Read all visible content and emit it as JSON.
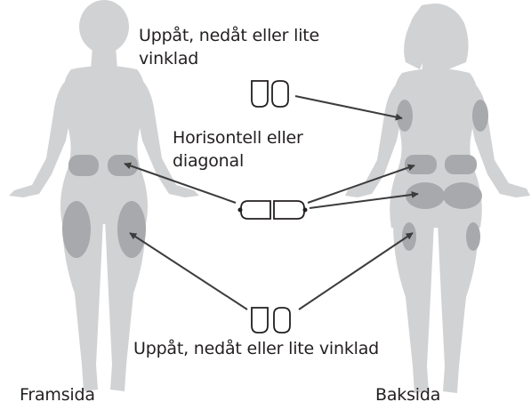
{
  "labels": {
    "front": "Framsida",
    "back": "Baksida",
    "arm_orientation": [
      "Uppåt, nedåt eller lite",
      "vinklad"
    ],
    "abdomen_orientation": [
      "Horisontell eller",
      "diagonal"
    ],
    "thigh_orientation": "Uppåt, nedåt eller lite vinklad"
  },
  "colors": {
    "body": "#d1d2d4",
    "site": "#a7a9ac",
    "arrow": "#3c3c3c",
    "text": "#231f20"
  },
  "icons": {
    "arm": "vertical-sensor-pair-icon",
    "abdomen": "horizontal-sensor-pair-icon",
    "thigh": "vertical-sensor-pair-icon"
  }
}
